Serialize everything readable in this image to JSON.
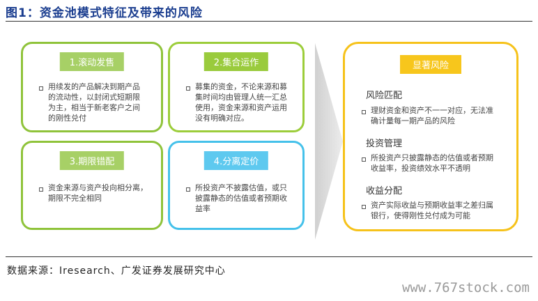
{
  "title": "图1：资金池模式特征及带来的风险",
  "cards": [
    {
      "tag": "1.滚动发售",
      "text": [
        "用续发的产品解决到期产品",
        "的流动性，以封闭式短期限",
        "为主，相当于新老客户之间",
        "的刚性兑付"
      ]
    },
    {
      "tag": "2.集合运作",
      "text": [
        "募集的资金，不论来源和募",
        "集时间均由管理人统一汇总",
        "使用，资金来源和资产运用",
        "没有明确对应。"
      ]
    },
    {
      "tag": "3.期限错配",
      "text": [
        "资金来源与资产投向相分离，",
        "期限不完全相同"
      ]
    },
    {
      "tag": "4.分离定价",
      "text": [
        "所投资产不披露估值，或只",
        "披露静态的估值或者预期收",
        "益率"
      ]
    }
  ],
  "risk": {
    "tag": "显著风险",
    "sections": [
      {
        "heading": "风险匹配",
        "text": [
          "理财资金和资产不一一对应，无法准",
          "确计量每一期产品的风险"
        ]
      },
      {
        "heading": "投资管理",
        "text": [
          "所投资产只披露静态的估值或者预期",
          "收益率，投资绩效水平不透明"
        ]
      },
      {
        "heading": "收益分配",
        "text": [
          "资产实际收益与预期收益率之差归属",
          "银行，使得刚性兑付成为可能"
        ]
      }
    ]
  },
  "source": "数据来源：Iresearch、广发证券发展研究中心",
  "watermark": "www.767stock.com"
}
